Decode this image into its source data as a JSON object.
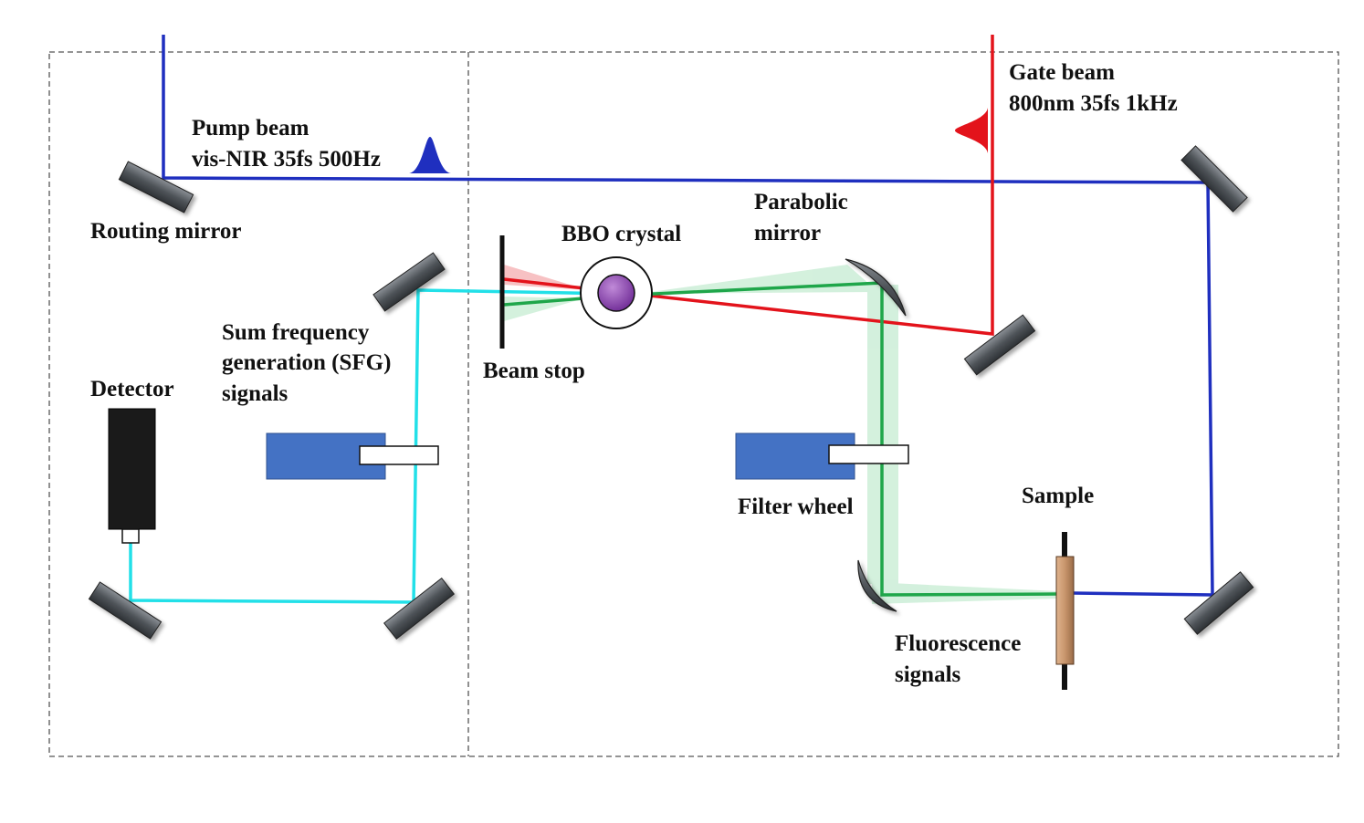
{
  "labels": {
    "pump_line1": "Pump beam",
    "pump_line2": "vis-NIR 35fs 500Hz",
    "gate_line1": "Gate beam",
    "gate_line2": "800nm 35fs 1kHz",
    "routing_mirror": "Routing mirror",
    "bbo_crystal": "BBO crystal",
    "parabolic_line1": "Parabolic",
    "parabolic_line2": "mirror",
    "beam_stop": "Beam stop",
    "sfg_line1": "Sum frequency",
    "sfg_line2": "generation (SFG)",
    "sfg_line3": "signals",
    "detector": "Detector",
    "filter_wheel": "Filter wheel",
    "sample": "Sample",
    "fluor_line1": "Fluorescence",
    "fluor_line2": "signals"
  },
  "colors": {
    "pump_beam": "#1f2fbf",
    "gate_beam": "#e3131b",
    "sfg_beam": "#22e0e8",
    "fluorescence_beam": "#1fa64a",
    "fluorescence_glow": "#9fe0b4",
    "gate_glow": "#f4a6aa",
    "mirror": "#555a60",
    "filter_wheel": "#4472c4",
    "detector": "#1a1a1a",
    "bbo": "#8a3fb0",
    "sample": "#c8956c"
  }
}
